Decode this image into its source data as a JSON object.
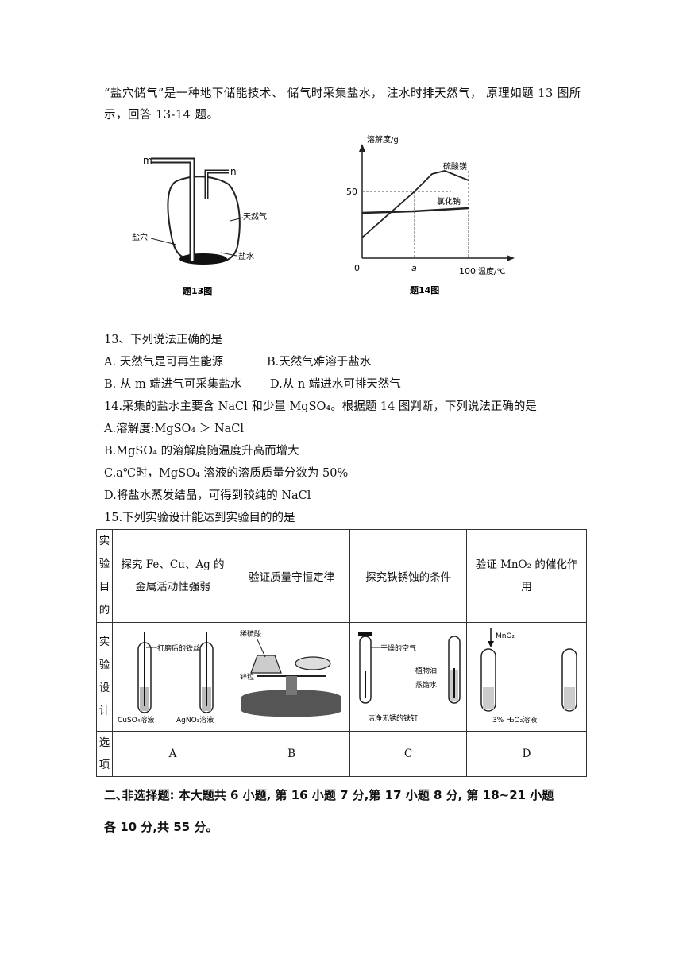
{
  "intro": "“盐穴储气”是一种地下储能技术、 储气时采集盐水， 注水时排天然气， 原理如题 13 图所示，回答 13-14 题。",
  "fig13": {
    "label_m": "m",
    "label_n": "n",
    "label_gas": "天然气",
    "label_cave": "盐穴",
    "label_brine": "盐水",
    "caption": "题13图"
  },
  "fig14": {
    "ylabel": "溶解度/g",
    "y50": "50",
    "origin": "0",
    "xa": "a",
    "x100": "100",
    "xlabel": "温度/℃",
    "series_mgso4": "硫酸镁",
    "series_nacl": "氯化钠",
    "caption": "题14图"
  },
  "q13": {
    "stem": "13、下列说法正确的是",
    "A": "A.  天然气是可再生能源",
    "B": "B.天然气难溶于盐水",
    "C": "B.  从 m 端进气可采集盐水",
    "D": "D.从 n 端进水可排天然气"
  },
  "q14": {
    "stem": "14.采集的盐水主要含  NaCl 和少量  MgSO₄。根据题 14  图判断，下列说法正确的是",
    "A": "A.溶解度:MgSO₄  ＞  NaCl",
    "B": "B.MgSO₄ 的溶解度随温度升高而增大",
    "C": "C.a℃时，MgSO₄ 溶液的溶质质量分数为 50%",
    "D": "D.将盐水蒸发结晶，可得到较纯的  NaCl"
  },
  "q15": {
    "stem": "15.下列实验设计能达到实验目的的是",
    "row1_label": [
      "实",
      "验",
      "目",
      "的"
    ],
    "row2_label": [
      "实",
      "验",
      "设",
      "计"
    ],
    "row3_label": [
      "选",
      "项"
    ],
    "goals": [
      "探究  Fe、Cu、Ag 的金属活动性强弱",
      "验证质量守恒定律",
      "探究铁锈蚀的条件",
      "验证  MnO₂ 的催化作用"
    ],
    "options": [
      "A",
      "B",
      "C",
      "D"
    ],
    "figA": {
      "wire": "打磨后的铁丝",
      "left": "CuSO₄溶液",
      "right": "AgNO₃溶液"
    },
    "figB": {
      "acid": "稀硫酸",
      "zinc": "锌粒"
    },
    "figC": {
      "air": "干燥的空气",
      "oil": "植物油",
      "water": "蒸馏水",
      "nail": "洁净无锈的铁钉"
    },
    "figD": {
      "mno2": "MnO₂",
      "solution": "3% H₂O₂溶液"
    }
  },
  "section2": {
    "line1": "二､非选择题: 本大题共  6 小题, 第 16 小题 7 分,第 17 小题 8 分, 第  18~21 小题",
    "line2": "各  10 分,共 55 分。"
  }
}
